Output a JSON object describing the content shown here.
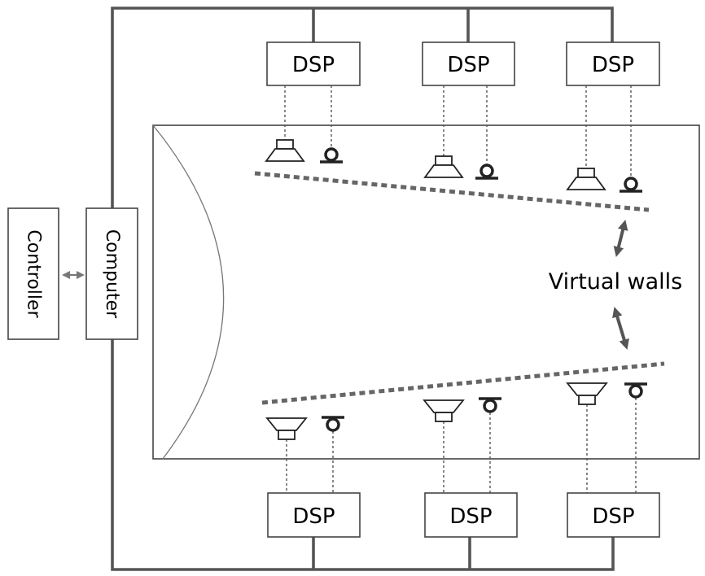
{
  "labels": {
    "controller": "Controller",
    "computer": "Computer",
    "virtual_walls": "Virtual walls"
  },
  "dsp_units": {
    "top": [
      "DSP",
      "DSP",
      "DSP"
    ],
    "bottom": [
      "DSP",
      "DSP",
      "DSP"
    ]
  }
}
